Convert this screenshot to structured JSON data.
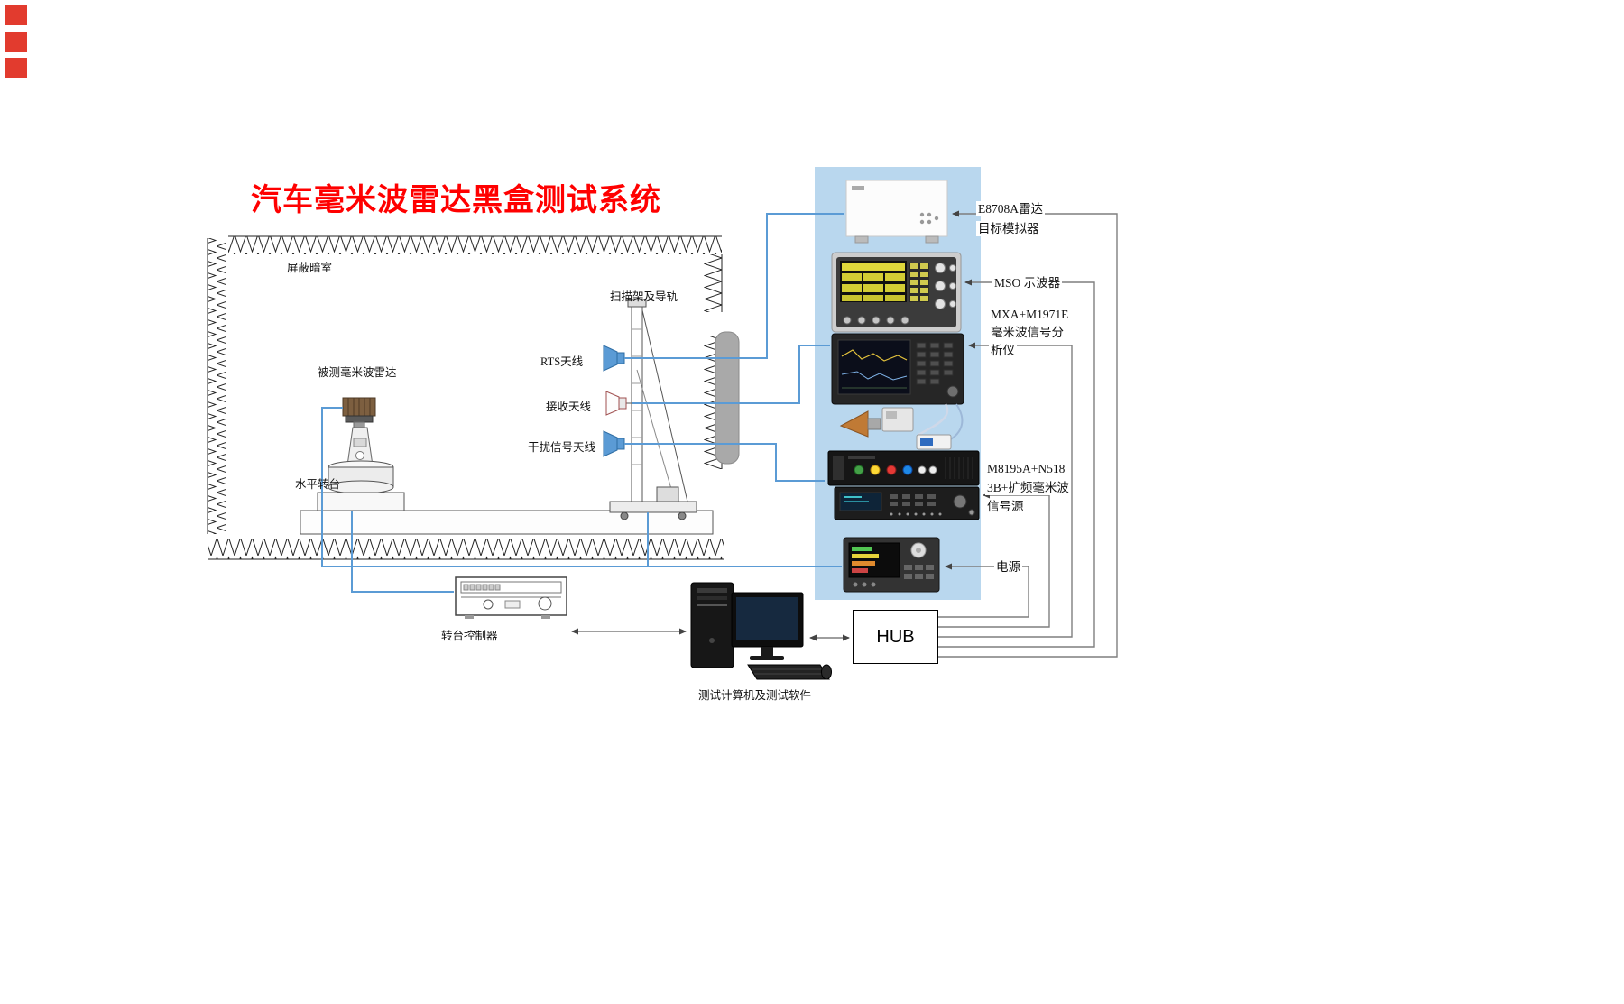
{
  "title": "汽车毫米波雷达黑盒测试系统",
  "chamber": {
    "room_label": "屏蔽暗室",
    "scanner_label": "扫描架及导轨",
    "dut_label": "被测毫米波雷达",
    "turntable_label": "水平转台",
    "rts_antenna_label": "RTS天线",
    "receive_antenna_label": "接收天线",
    "interference_antenna_label": "干扰信号天线"
  },
  "rack": {
    "simulator_label": [
      "E8708A雷达",
      "目标模拟器"
    ],
    "oscilloscope_label": "MSO 示波器",
    "analyzer_label": [
      "MXA+M1971E",
      "毫米波信号分",
      "析仪"
    ],
    "source_label": [
      "M8195A+N518",
      "3B+扩频毫米波",
      "信号源"
    ],
    "power_label": "电源"
  },
  "peripherals": {
    "controller_label": "转台控制器",
    "computer_label": "测试计算机及测试软件",
    "hub_label": "HUB"
  },
  "colors": {
    "title_red": "#ff0000",
    "rack_panel_blue": "#b9d7ee",
    "rf_line_blue": "#5b9bd5",
    "lan_line_gray": "#7f7f7f"
  }
}
